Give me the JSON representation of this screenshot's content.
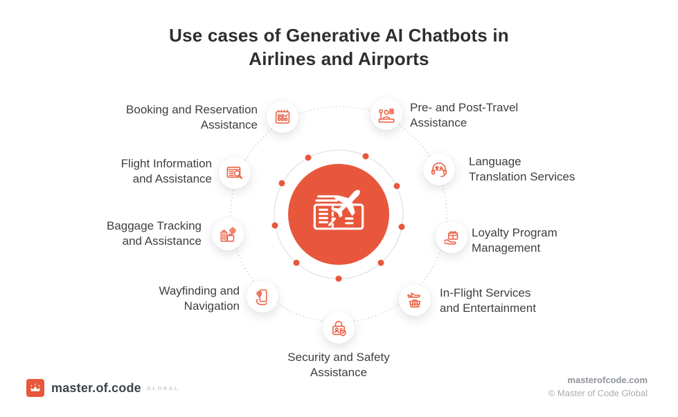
{
  "title": "Use cases of Generative AI Chatbots in\nAirlines and Airports",
  "center": {
    "icon": "boarding-pass-plane-icon"
  },
  "use_cases": {
    "booking": {
      "label": "Booking and Reservation\nAssistance",
      "icon": "calendar-icon"
    },
    "prepost": {
      "label": "Pre- and Post-Travel\nAssistance",
      "icon": "service-desk-icon"
    },
    "flight": {
      "label": "Flight Information\nand Assistance",
      "icon": "flight-search-icon"
    },
    "language": {
      "label": "Language\nTranslation Services",
      "icon": "translation-headset-icon"
    },
    "baggage": {
      "label": "Baggage Tracking\nand Assistance",
      "icon": "luggage-tracking-icon"
    },
    "loyalty": {
      "label": "Loyalty Program\nManagement",
      "icon": "gift-hand-icon"
    },
    "wayfinding": {
      "label": "Wayfinding and\nNavigation",
      "icon": "phone-navigation-icon"
    },
    "inflight": {
      "label": "In-Flight Services\nand Entertainment",
      "icon": "meal-basket-icon"
    },
    "security": {
      "label": "Security and Safety\nAssistance",
      "icon": "secure-id-lock-icon"
    }
  },
  "footer": {
    "brand": "master.of.code",
    "brand_suffix": "GLOBAL",
    "brand_icon": "crown-logo-icon",
    "website": "masterofcode.com",
    "copyright": "© Master of Code Global"
  },
  "colors": {
    "accent": "#E8573C",
    "icon_stroke": "#EA6448",
    "title": "#2E2E2E",
    "label": "#3E3E3E"
  }
}
